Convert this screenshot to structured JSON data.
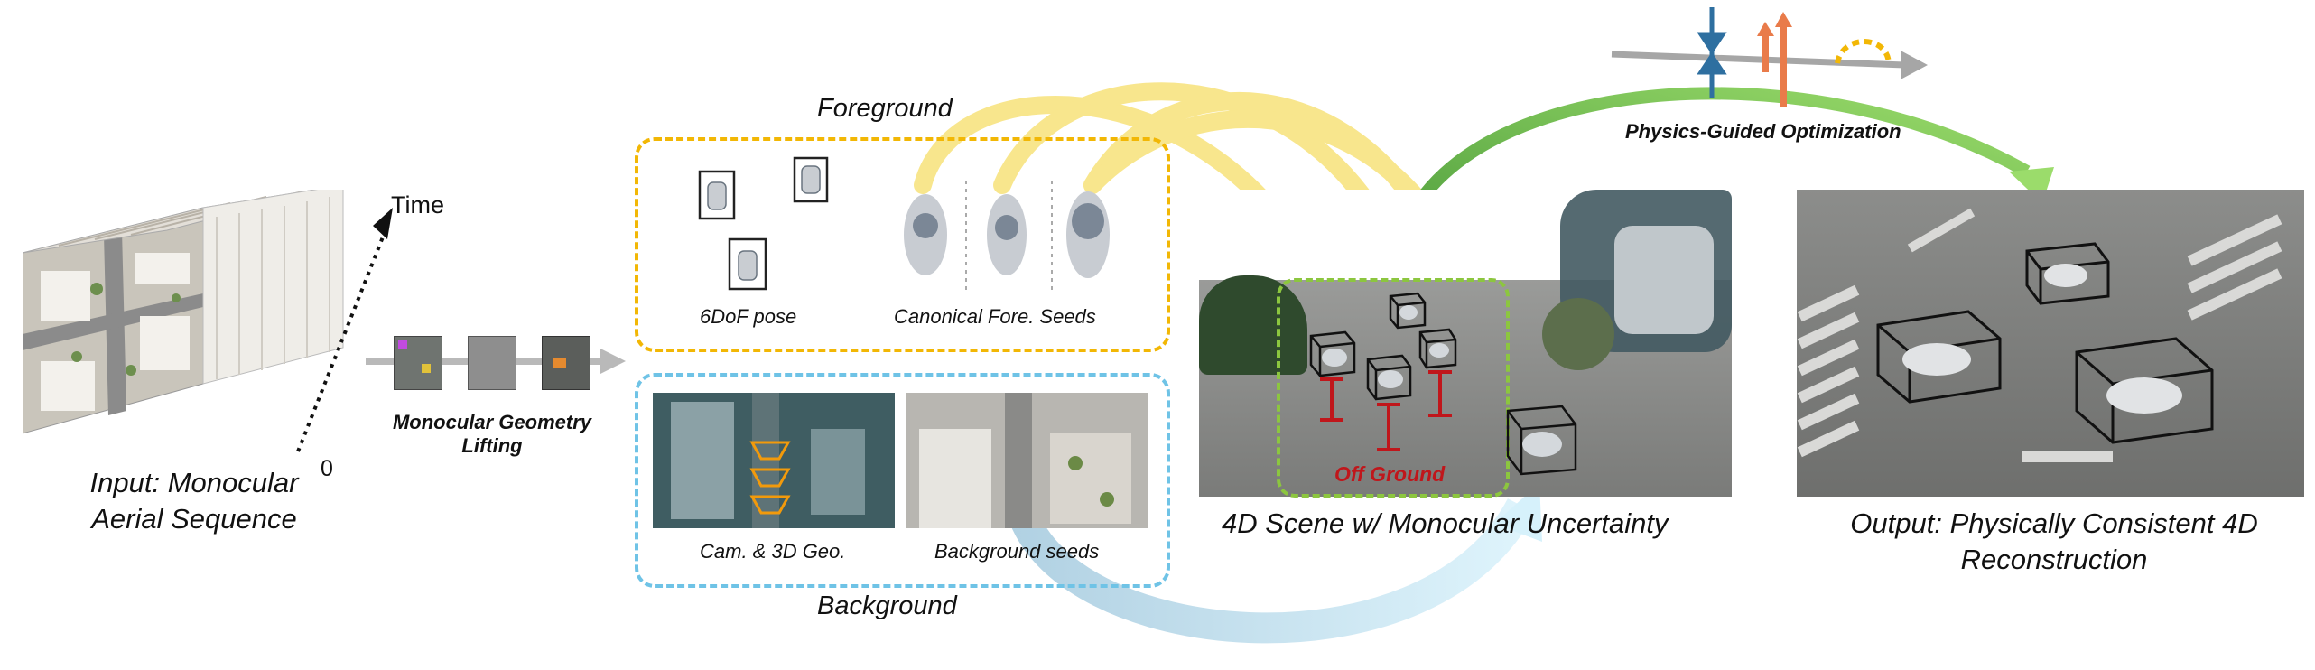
{
  "input": {
    "caption_line1": "Input: Monocular",
    "caption_line2": "Aerial Sequence",
    "time_label": "Time",
    "zero_label": "0"
  },
  "lifting": {
    "label_line1": "Monocular Geometry",
    "label_line2": "Lifting"
  },
  "foreground": {
    "title": "Foreground",
    "pose_caption": "6DoF pose",
    "seeds_caption": "Canonical Fore. Seeds",
    "border_color": "#F2B705"
  },
  "background": {
    "title": "Background",
    "cam_caption": "Cam. & 3D Geo.",
    "seeds_caption": "Background seeds",
    "border_color": "#6FC3E6"
  },
  "scene4d": {
    "caption": "4D Scene w/ Monocular Uncertainty",
    "off_ground_label": "Off Ground",
    "region_color": "#8CC63F",
    "marker_color": "#C0161B"
  },
  "physics": {
    "label": "Physics-Guided Optimization"
  },
  "output": {
    "caption_line1": "Output: Physically Consistent 4D",
    "caption_line2": "Reconstruction"
  }
}
